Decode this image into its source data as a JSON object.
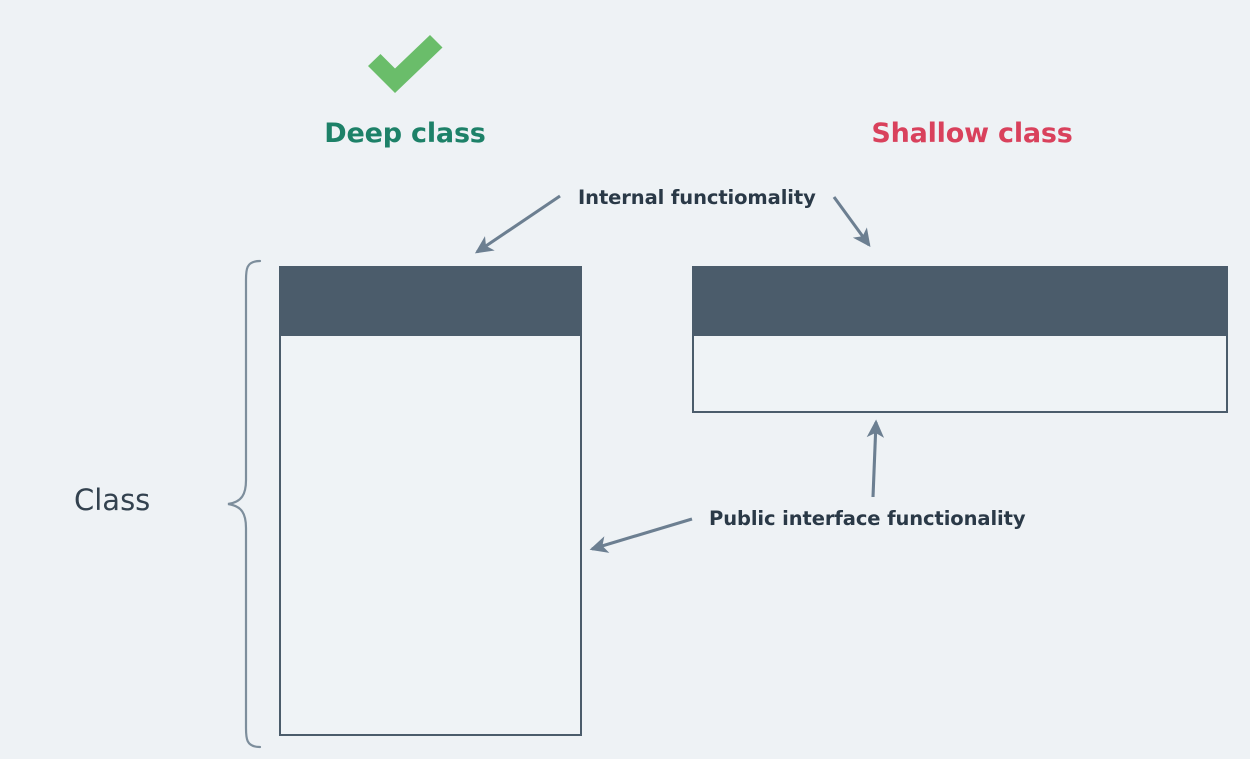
{
  "diagram": {
    "background_color": "#eef2f5",
    "columns": {
      "deep": {
        "title": "Deep class",
        "title_color": "#1d8168",
        "marker_icon": "check-icon",
        "marker_color": "#6abd6a"
      },
      "shallow": {
        "title": "Shallow class",
        "title_color": "#d9415c"
      }
    },
    "bracket": {
      "label": "Class",
      "label_color": "#33424f"
    },
    "annotations": [
      {
        "id": "internal",
        "text": "Internal functiomality",
        "color": "#2a3947"
      },
      {
        "id": "public",
        "text": "Public interface functionality",
        "color": "#2a3947"
      }
    ],
    "box_style": {
      "header_color": "#4b5c6b",
      "body_color": "#eff3f6",
      "border_color": "#4b5c6b",
      "arrow_color": "#6c7f91"
    }
  }
}
